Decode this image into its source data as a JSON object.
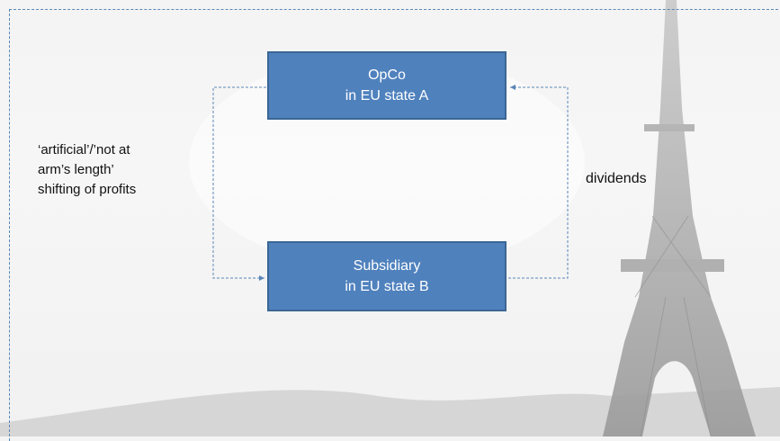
{
  "diagram": {
    "opco_box": {
      "line1": "OpCo",
      "line2": "in EU state A"
    },
    "subsidiary_box": {
      "line1": "Subsidiary",
      "line2": "in EU state B"
    },
    "left_annotation": {
      "line1": "‘artificial’/’not at",
      "line2": "arm’s length’",
      "line3": "shifting of profits"
    },
    "right_annotation": "dividends"
  },
  "colors": {
    "box_fill": "#4f81bd",
    "box_border": "#3b6694",
    "connector": "#5a86b8",
    "background": "#f4f4f4"
  }
}
